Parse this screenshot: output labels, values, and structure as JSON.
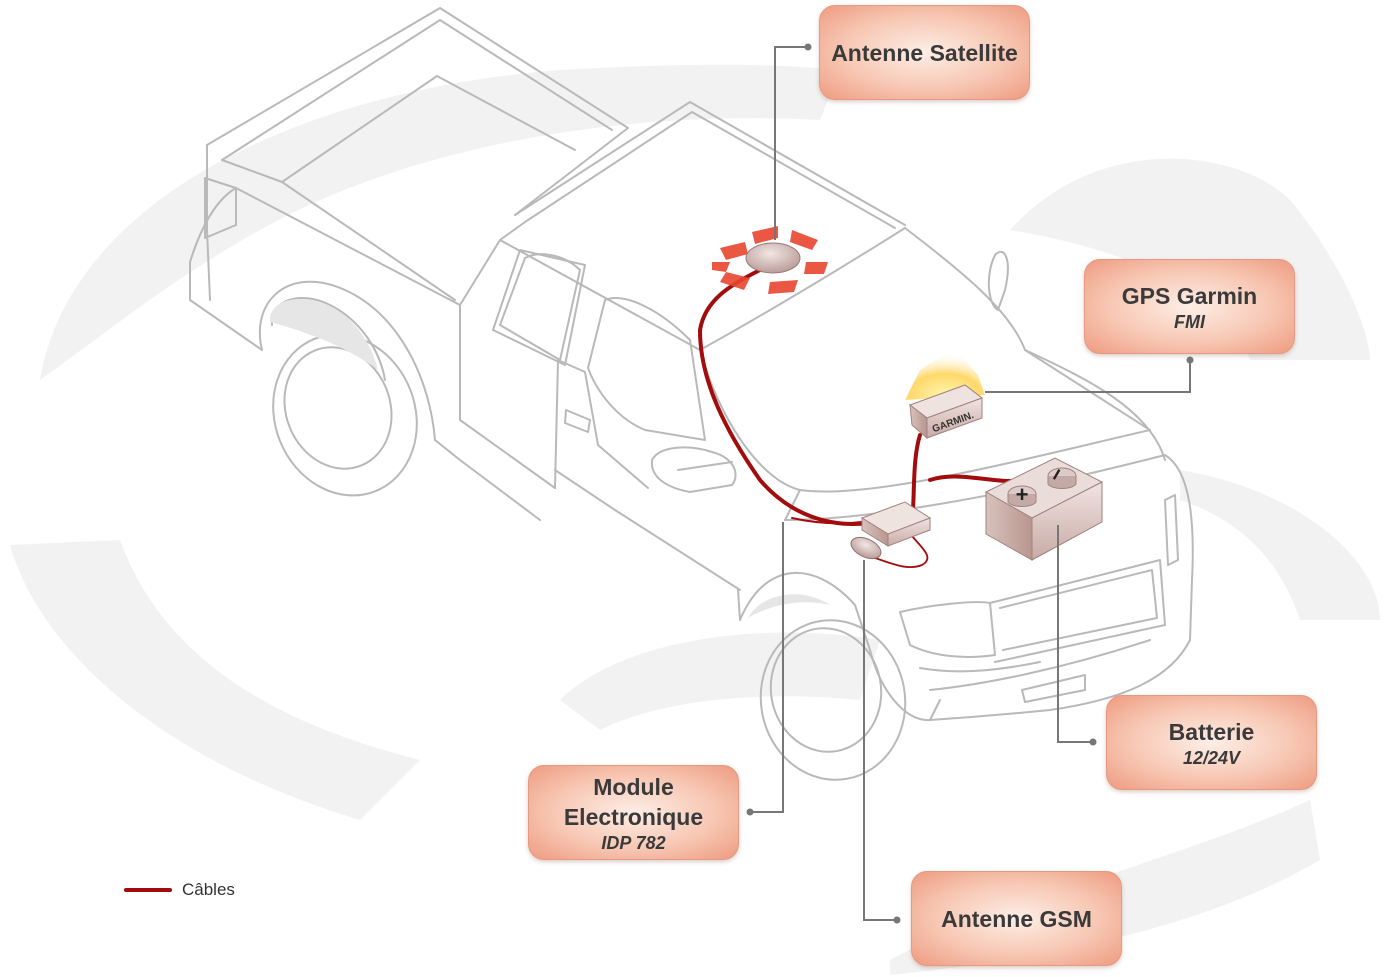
{
  "callouts": {
    "satellite": {
      "title": "Antenne Satellite"
    },
    "gps": {
      "title": "GPS Garmin",
      "subtitle": "FMI"
    },
    "battery": {
      "title": "Batterie",
      "subtitle": "12/24V"
    },
    "module": {
      "title_line1": "Module",
      "title_line2": "Electronique",
      "subtitle": "IDP 782"
    },
    "gsm": {
      "title": "Antenne GSM"
    }
  },
  "device_labels": {
    "garmin": "GARMIN.",
    "battery_plus": "+",
    "battery_minus": "−"
  },
  "legend": {
    "label": "Câbles"
  },
  "colors": {
    "cable": "#a30c0c",
    "outline": "#b9b9b9",
    "callout_fill": "#f7c7b3",
    "callout_border": "#e49a82",
    "satellite_ring": "#e8452f",
    "leader": "#777777"
  }
}
